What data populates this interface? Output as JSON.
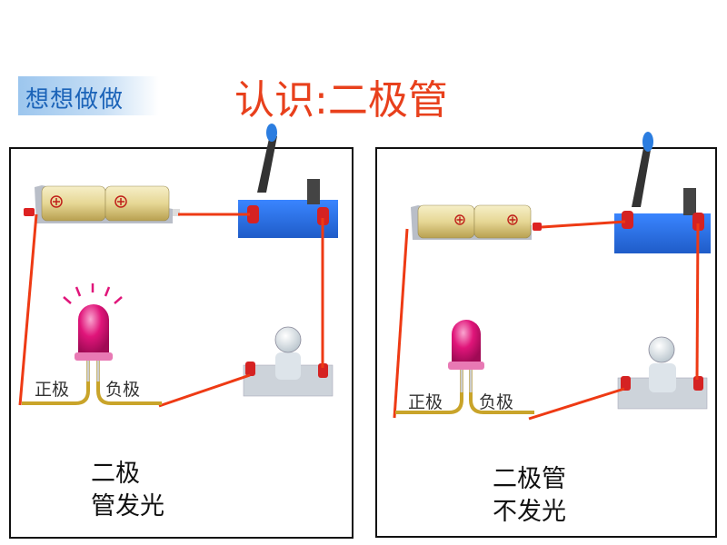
{
  "header": {
    "tag": "想想做做",
    "title": "认识:二极管"
  },
  "panels": [
    {
      "anode_label": "正极",
      "cathode_label": "负极",
      "caption_line1": "二极",
      "caption_line2": "管发光",
      "led_lit": true
    },
    {
      "anode_label": "正极",
      "cathode_label": "负极",
      "caption_line1": "二极管",
      "caption_line2": "不发光",
      "led_lit": false
    }
  ],
  "colors": {
    "wire": "#ee3a14",
    "title": "#e8401c",
    "tag_text": "#1b63b8",
    "led": "#e0157a",
    "switch_base": "#2a6fe0",
    "battery": "#e8dca0"
  }
}
